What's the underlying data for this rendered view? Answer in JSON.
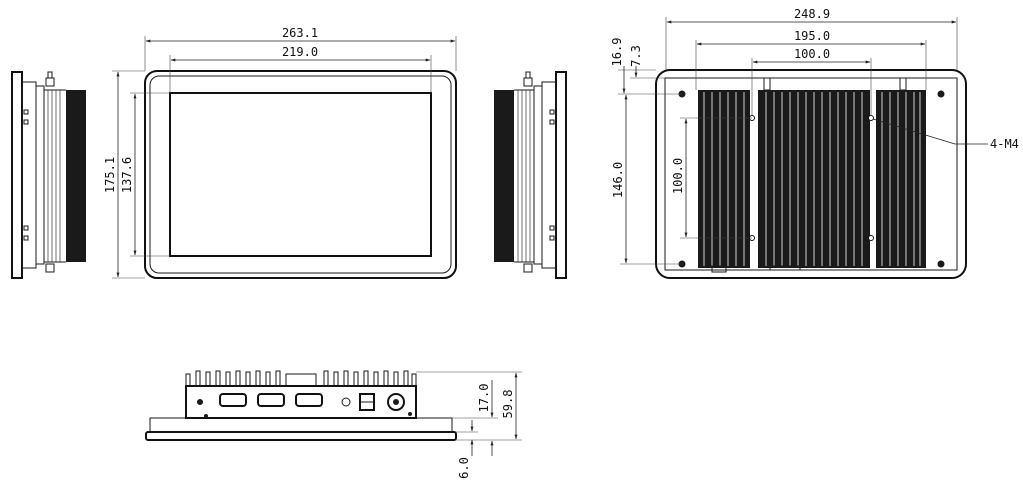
{
  "drawing": {
    "dimensions": {
      "front_width_outer": "263.1",
      "front_width_inner": "219.0",
      "front_height_outer": "175.1",
      "front_height_inner": "137.6",
      "rear_width_outer": "248.9",
      "rear_width_holes": "195.0",
      "rear_width_center": "100.0",
      "rear_top_offset": "16.9",
      "rear_top_offset_small": "7.3",
      "rear_height_holes": "146.0",
      "rear_height_center": "100.0",
      "bottom_depth_total": "59.8",
      "bottom_depth_body": "17.0",
      "bottom_panel_thickness": "6.0"
    },
    "callouts": {
      "mount_holes": "4-M4"
    }
  }
}
